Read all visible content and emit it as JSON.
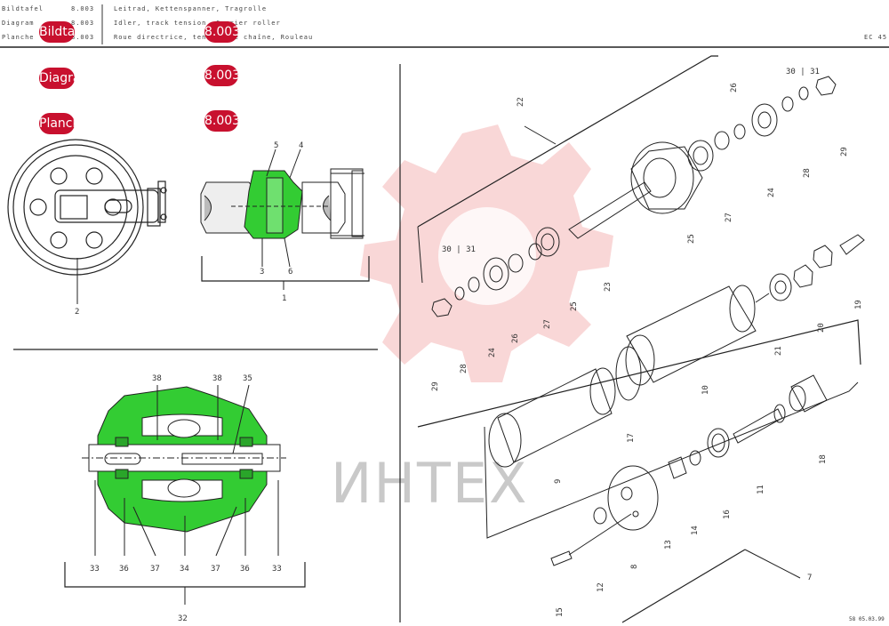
{
  "header": {
    "rows": [
      {
        "field": "Bildtafel",
        "value": "8.003",
        "title": "Leitrad, Kettenspanner, Tragrolle"
      },
      {
        "field": "Diagram",
        "value": "8.003",
        "title": "Idler, track tension, Carrier roller"
      },
      {
        "field": "Planche",
        "value": "8.003",
        "title": "Roue directrice, tendeur de chaîne, Rouleau"
      }
    ],
    "model": "EC 45",
    "footer_code": "58 05.03.99"
  },
  "badges": [
    {
      "left": "Bildtafel",
      "right": "8.003"
    },
    {
      "left": "Diagram",
      "right": "8.003"
    },
    {
      "left": "Planche",
      "right": "8.003"
    }
  ],
  "watermark": {
    "text": "ИНТЕХ",
    "color": "#e02020"
  },
  "colors": {
    "highlight": "#33cc33",
    "badge": "#c8102e",
    "line": "#222222"
  },
  "labels": [
    "1",
    "2",
    "3",
    "4",
    "5",
    "6",
    "7",
    "8",
    "9",
    "10",
    "11",
    "12",
    "13",
    "14",
    "15",
    "16",
    "17",
    "18",
    "19",
    "20",
    "21",
    "22",
    "23",
    "24",
    "25",
    "26",
    "27",
    "28",
    "29",
    "30 | 31",
    "32",
    "33",
    "34",
    "35",
    "36",
    "37",
    "38"
  ]
}
